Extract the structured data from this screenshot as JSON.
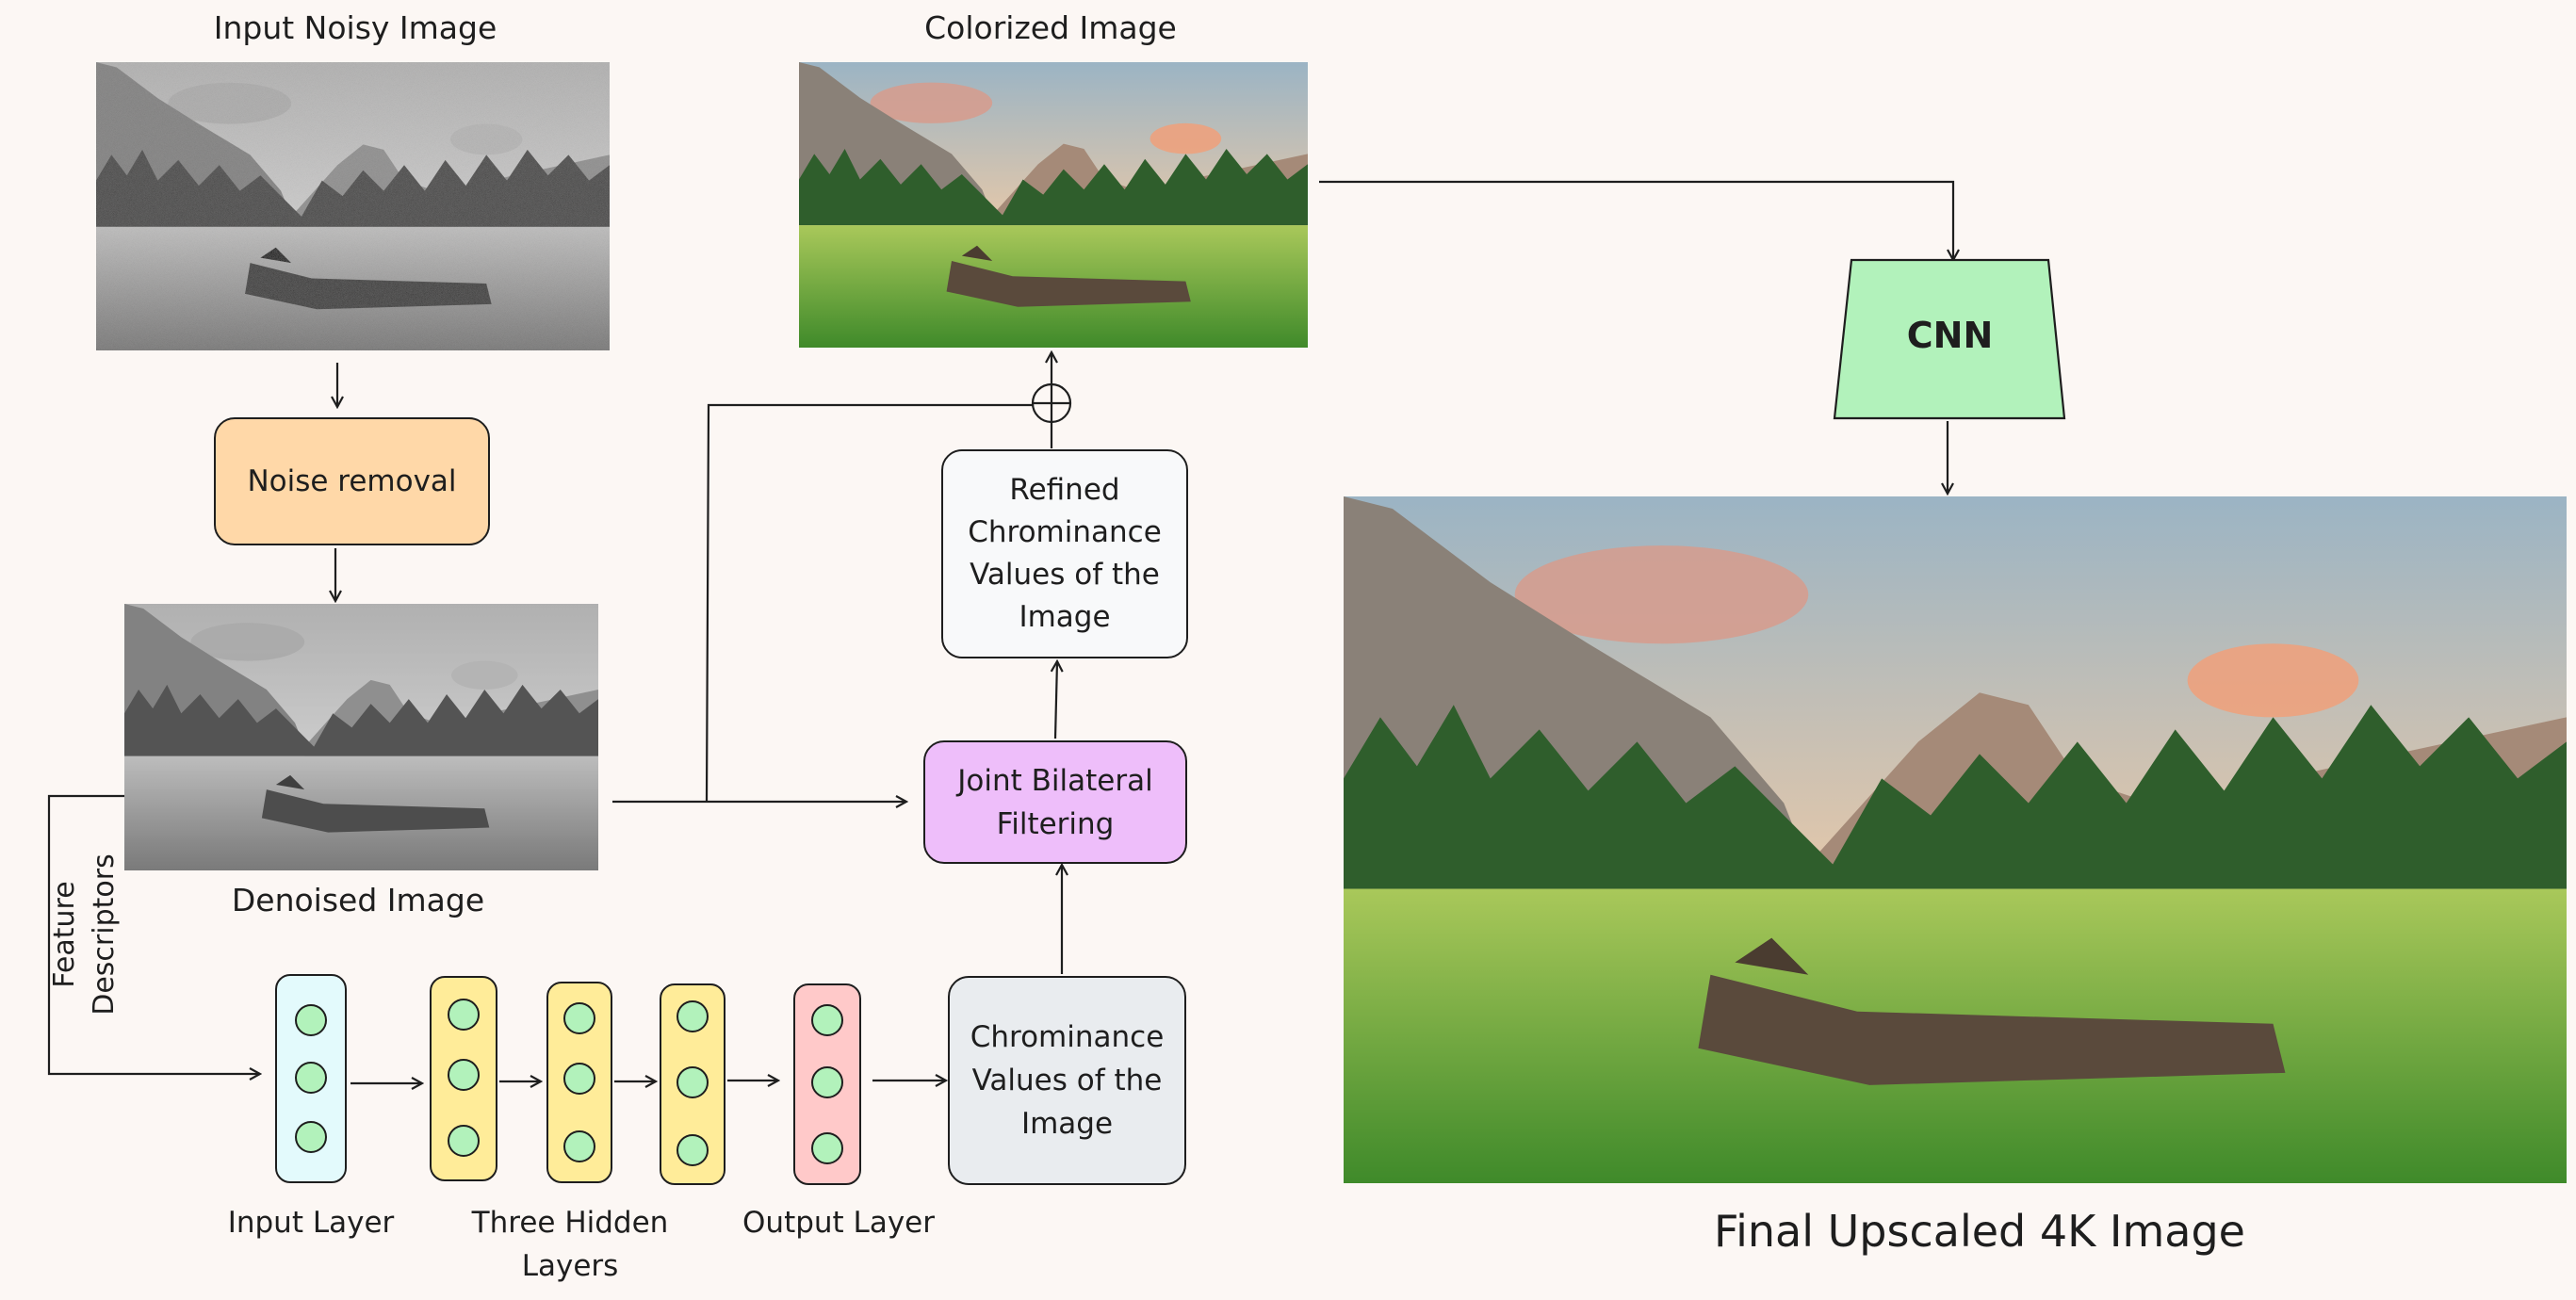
{
  "labels": {
    "input_noisy": "Input Noisy Image",
    "colorized": "Colorized Image",
    "denoised": "Denoised Image",
    "feature_1": "Feature",
    "feature_2": "Descriptors",
    "input_layer": "Input Layer",
    "hidden_1": "Three Hidden",
    "hidden_2": "Layers",
    "output_layer": "Output Layer",
    "final": "Final Upscaled 4K Image"
  },
  "boxes": {
    "noise_removal": "Noise removal",
    "refined_1": "Refined",
    "refined_2": "Chrominance",
    "refined_3": "Values of the",
    "refined_4": "Image",
    "jbf_1": "Joint Bilateral",
    "jbf_2": "Filtering",
    "chroma_1": "Chrominance",
    "chroma_2": "Values of the",
    "chroma_3": "Image",
    "cnn": "CNN"
  },
  "colors": {
    "noise_removal_fill": "#ffd8a8",
    "refined_fill": "#f8f9fa",
    "jbf_fill": "#eebefa",
    "chroma_fill": "#e9ecef",
    "cnn_fill": "#b2f2bb",
    "input_layer_fill": "#e3fafc",
    "hidden_layer_fill": "#ffec99",
    "output_layer_fill": "#ffc9c9",
    "node_fill": "#b2f2bb",
    "background": "#fcf7f4"
  }
}
